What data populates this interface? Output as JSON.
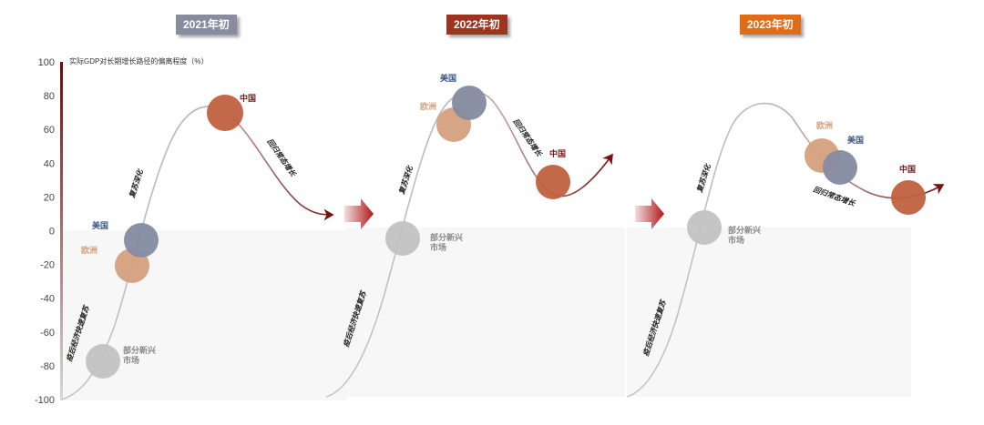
{
  "headers": [
    {
      "label": "2021年初",
      "color": "#878ca0"
    },
    {
      "label": "2022年初",
      "color": "#9b3420"
    },
    {
      "label": "2023年初",
      "color": "#e06c17"
    }
  ],
  "axis": {
    "title": "实际GDP对长期增长路径的偏离程度（%）",
    "ticks": [
      "100",
      "80",
      "60",
      "40",
      "20",
      "0",
      "-20",
      "-40",
      "-60",
      "-80",
      "-100"
    ]
  },
  "labels": {
    "china": "中国",
    "usa": "美国",
    "europe": "欧洲",
    "emerging_1": "部分新兴",
    "emerging_2": "市场",
    "phase_recovery": "疫后经济快速复苏",
    "phase_deepen": "复苏深化",
    "phase_normal": "回归常态增长"
  },
  "colors": {
    "china": "#c0603f",
    "usa": "#858ba0",
    "europe": "#d4a07c",
    "emerging": "#c2c2c2",
    "arrow": "#7a1010"
  }
}
